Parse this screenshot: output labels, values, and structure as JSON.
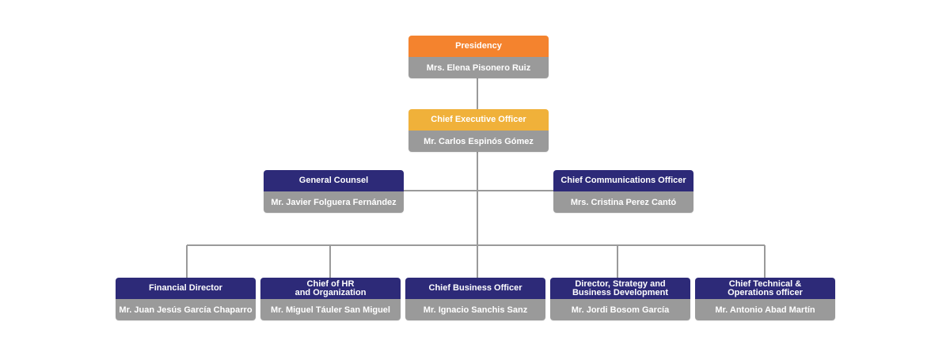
{
  "colors": {
    "presidency": "#f4832e",
    "ceo": "#f0b13a",
    "navy": "#2d2a78",
    "name_bar": "#9a9a9a",
    "connector": "#9a9a9a"
  },
  "org": {
    "presidency": {
      "title": "Presidency",
      "name": "Mrs. Elena Pisonero Ruiz"
    },
    "ceo": {
      "title": "Chief Executive Officer",
      "name": "Mr. Carlos Espinós Gómez"
    },
    "general_counsel": {
      "title": "General Counsel",
      "name": "Mr. Javier Folguera Fernández"
    },
    "cco": {
      "title": "Chief Communications Officer",
      "name": "Mrs. Cristina Perez Cantó"
    },
    "financial": {
      "title": "Financial Director",
      "name": "Mr. Juan Jesús García Chaparro"
    },
    "hr": {
      "title": "Chief of HR\nand Organization",
      "name": "Mr. Miguel Táuler San Miguel"
    },
    "cbo": {
      "title": "Chief Business Officer",
      "name": "Mr. Ignacio Sanchis Sanz"
    },
    "strategy": {
      "title": "Director, Strategy and\nBusiness Development",
      "name": "Mr. Jordi Bosom García"
    },
    "technical": {
      "title": "Chief Technical &\nOperations officer",
      "name": "Mr. Antonio Abad Martín"
    }
  }
}
